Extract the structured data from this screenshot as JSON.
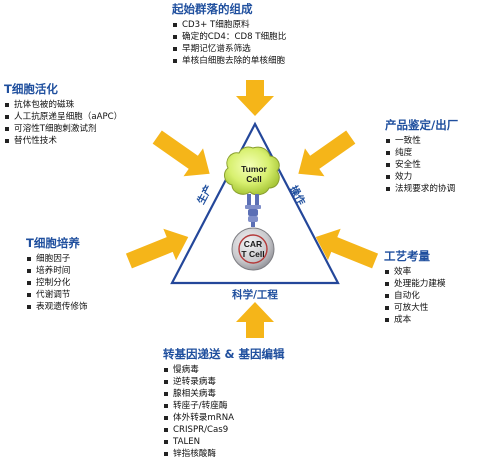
{
  "center": {
    "tumor_cell_label_line1": "Tumor",
    "tumor_cell_label_line2": "Cell",
    "car_t_label_line1": "CAR",
    "car_t_label_line2": "T Cell",
    "side_left": "生产",
    "side_right": "操作",
    "side_bottom": "科学/工程"
  },
  "blocks": {
    "top": {
      "title": "起始群落的组成",
      "items": [
        "CD3+ T细胞原料",
        "确定的CD4：CD8 T细胞比",
        "早期记忆谱系筛选",
        "单核白细胞去除的单核细胞"
      ]
    },
    "left_upper": {
      "title": "T细胞活化",
      "items": [
        "抗体包被的磁珠",
        "人工抗原递呈细胞（aAPC）",
        "可溶性T细胞刺激试剂",
        "替代性技术"
      ]
    },
    "right_upper": {
      "title": "产品鉴定/出厂",
      "items": [
        "一致性",
        "纯度",
        "安全性",
        "效力",
        "法规要求的协调"
      ]
    },
    "left_lower": {
      "title": "T细胞培养",
      "items": [
        "细胞因子",
        "培养时间",
        "控制分化",
        "代谢调节",
        "表观遗传修饰"
      ]
    },
    "right_lower": {
      "title": "工艺考量",
      "items": [
        "效率",
        "处理能力建模",
        "自动化",
        "可放大性",
        "成本"
      ]
    },
    "bottom": {
      "title": "转基因递送 & 基因编辑",
      "items": [
        "慢病毒",
        "逆转录病毒",
        "腺相关病毒",
        "转座子/转座酶",
        "体外转录mRNA",
        "CRISPR/Cas9",
        "TALEN",
        "锌指核酸酶"
      ]
    }
  },
  "colors": {
    "arrow": "#f5b519",
    "title_blue": "#1f4f9e",
    "triangle": "#24479a",
    "tumor_fill": "#d8f070",
    "car_fill": "#c9c9cc",
    "receptor": "#5b6fb5"
  }
}
